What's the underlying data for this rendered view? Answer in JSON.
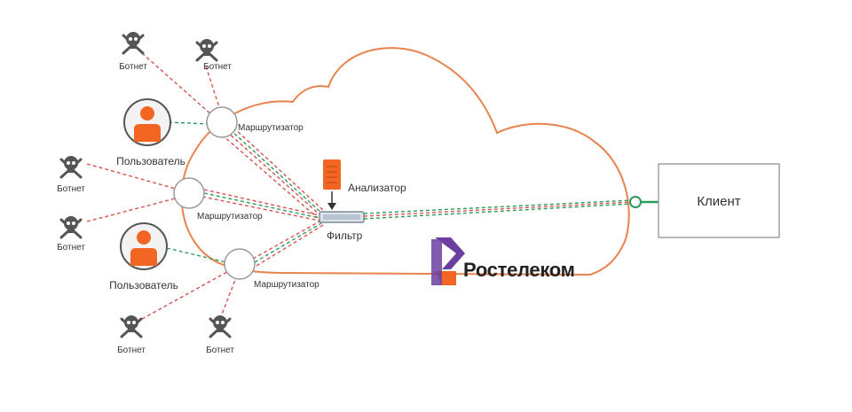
{
  "colors": {
    "cloud": "#e8834e",
    "attack_line": "#d9534f",
    "legit_line": "#2e9a5a",
    "user_fill": "#f26522",
    "node_stroke": "#999999",
    "brand_orange": "#f26522",
    "brand_purple": "#6b3fa0",
    "client_line": "#2e9a5a"
  },
  "icons": {
    "botnet": "skull-crossbones-icon",
    "user": "user-avatar-icon",
    "router": "router-circle-icon",
    "analyzer": "server-icon",
    "filter": "filter-device-icon",
    "brand": "rostelecom-logo-icon"
  },
  "labels": {
    "botnet": "Ботнет",
    "user": "Пользователь",
    "router": "Маршрутизатор",
    "analyzer": "Анализатор",
    "filter": "Фильтр",
    "client": "Клиент",
    "brand": "Ростелеком"
  }
}
